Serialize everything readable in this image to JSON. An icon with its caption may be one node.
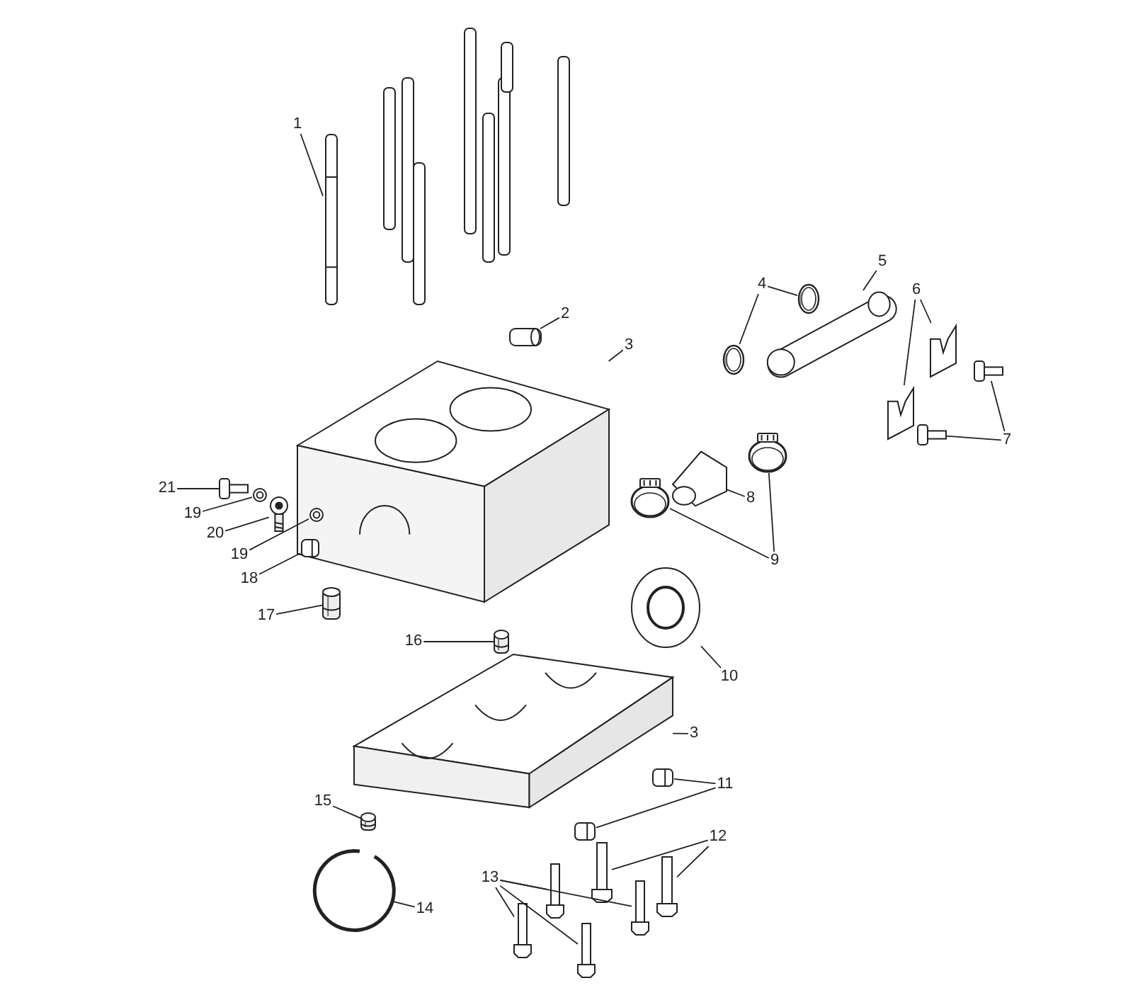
{
  "diagram": {
    "nodes": [
      {
        "text": [
          "1"
        ]
      },
      {
        "text": [],
        "shape": "picture"
      },
      {
        "text": [
          "2"
        ]
      },
      {
        "text": [],
        "shape": "picture"
      },
      {
        "text": [
          "3"
        ]
      },
      {
        "text": [],
        "shape": "picture"
      },
      {
        "text": [
          "4"
        ]
      },
      {
        "text": [],
        "shape": "picture"
      },
      {
        "text": [],
        "shape": "picture"
      },
      {
        "text": [
          "5"
        ]
      },
      {
        "text": [],
        "shape": "picture"
      },
      {
        "text": [
          "6"
        ]
      },
      {
        "text": [],
        "shape": "picture"
      },
      {
        "text": [],
        "shape": "picture"
      },
      {
        "text": [
          "7"
        ]
      },
      {
        "text": [],
        "shape": "picture"
      },
      {
        "text": [],
        "shape": "picture"
      },
      {
        "text": [
          "8"
        ]
      },
      {
        "text": [],
        "shape": "picture"
      },
      {
        "text": [
          "9"
        ]
      },
      {
        "text": [],
        "shape": "picture"
      },
      {
        "text": [],
        "shape": "picture"
      },
      {
        "text": [
          "10"
        ]
      },
      {
        "text": [],
        "shape": "picture"
      },
      {
        "text": [
          "21"
        ]
      },
      {
        "text": [],
        "shape": "picture"
      },
      {
        "text": [
          "19"
        ]
      },
      {
        "text": [],
        "shape": "picture"
      },
      {
        "text": [
          "20"
        ]
      },
      {
        "text": [],
        "shape": "picture"
      },
      {
        "text": [
          "19"
        ]
      },
      {
        "text": [],
        "shape": "picture"
      },
      {
        "text": [
          "18"
        ]
      },
      {
        "text": [],
        "shape": "picture"
      },
      {
        "text": [
          "17"
        ]
      },
      {
        "text": [],
        "shape": "picture"
      },
      {
        "text": [
          "16"
        ]
      },
      {
        "text": [],
        "shape": "picture"
      },
      {
        "text": [
          "3"
        ]
      },
      {
        "text": [],
        "shape": "picture"
      },
      {
        "text": [
          "15"
        ]
      },
      {
        "text": [],
        "shape": "picture"
      },
      {
        "text": [
          "11"
        ]
      },
      {
        "text": [],
        "shape": "picture"
      },
      {
        "text": [],
        "shape": "picture"
      },
      {
        "text": [
          "12"
        ]
      },
      {
        "text": [],
        "shape": "picture"
      },
      {
        "text": [],
        "shape": "picture"
      },
      {
        "text": [
          "13"
        ]
      },
      {
        "text": [],
        "shape": "picture"
      },
      {
        "text": [],
        "shape": "picture"
      },
      {
        "text": [],
        "shape": "picture"
      },
      {
        "text": [],
        "shape": "picture"
      },
      {
        "text": [
          "14"
        ]
      },
      {
        "text": [],
        "shape": "picture"
      }
    ],
    "edges": [
      {
        "from": 0,
        "to": 1,
        "arrow": "none"
      },
      {
        "from": 2,
        "to": 3,
        "arrow": "none"
      },
      {
        "from": 4,
        "to": 5,
        "arrow": "none"
      },
      {
        "from": 6,
        "to": 7,
        "arrow": "none"
      },
      {
        "from": 6,
        "to": 8,
        "arrow": "none"
      },
      {
        "from": 9,
        "to": 10,
        "arrow": "none"
      },
      {
        "from": 11,
        "to": 12,
        "arrow": "none"
      },
      {
        "from": 11,
        "to": 13,
        "arrow": "none"
      },
      {
        "from": 14,
        "to": 15,
        "arrow": "none"
      },
      {
        "from": 14,
        "to": 16,
        "arrow": "none"
      },
      {
        "from": 17,
        "to": 18,
        "arrow": "none"
      },
      {
        "from": 19,
        "to": 20,
        "arrow": "none"
      },
      {
        "from": 19,
        "to": 21,
        "arrow": "none"
      },
      {
        "from": 22,
        "to": 23,
        "arrow": "none"
      },
      {
        "from": 24,
        "to": 25,
        "arrow": "none"
      },
      {
        "from": 26,
        "to": 27,
        "arrow": "none"
      },
      {
        "from": 28,
        "to": 29,
        "arrow": "none"
      },
      {
        "from": 30,
        "to": 31,
        "arrow": "none"
      },
      {
        "from": 32,
        "to": 33,
        "arrow": "none"
      },
      {
        "from": 34,
        "to": 35,
        "arrow": "none"
      },
      {
        "from": 36,
        "to": 37,
        "arrow": "none"
      },
      {
        "from": 38,
        "to": 39,
        "arrow": "none"
      },
      {
        "from": 40,
        "to": 41,
        "arrow": "none"
      },
      {
        "from": 42,
        "to": 43,
        "arrow": "none"
      },
      {
        "from": 42,
        "to": 44,
        "arrow": "none"
      },
      {
        "from": 45,
        "to": 46,
        "arrow": "none"
      },
      {
        "from": 45,
        "to": 47,
        "arrow": "none"
      },
      {
        "from": 48,
        "to": 49,
        "arrow": "none"
      },
      {
        "from": 48,
        "to": 50,
        "arrow": "none"
      },
      {
        "from": 48,
        "to": 51,
        "arrow": "none"
      },
      {
        "from": 48,
        "to": 52,
        "arrow": "none"
      },
      {
        "from": 53,
        "to": 54,
        "arrow": "none"
      }
    ]
  }
}
